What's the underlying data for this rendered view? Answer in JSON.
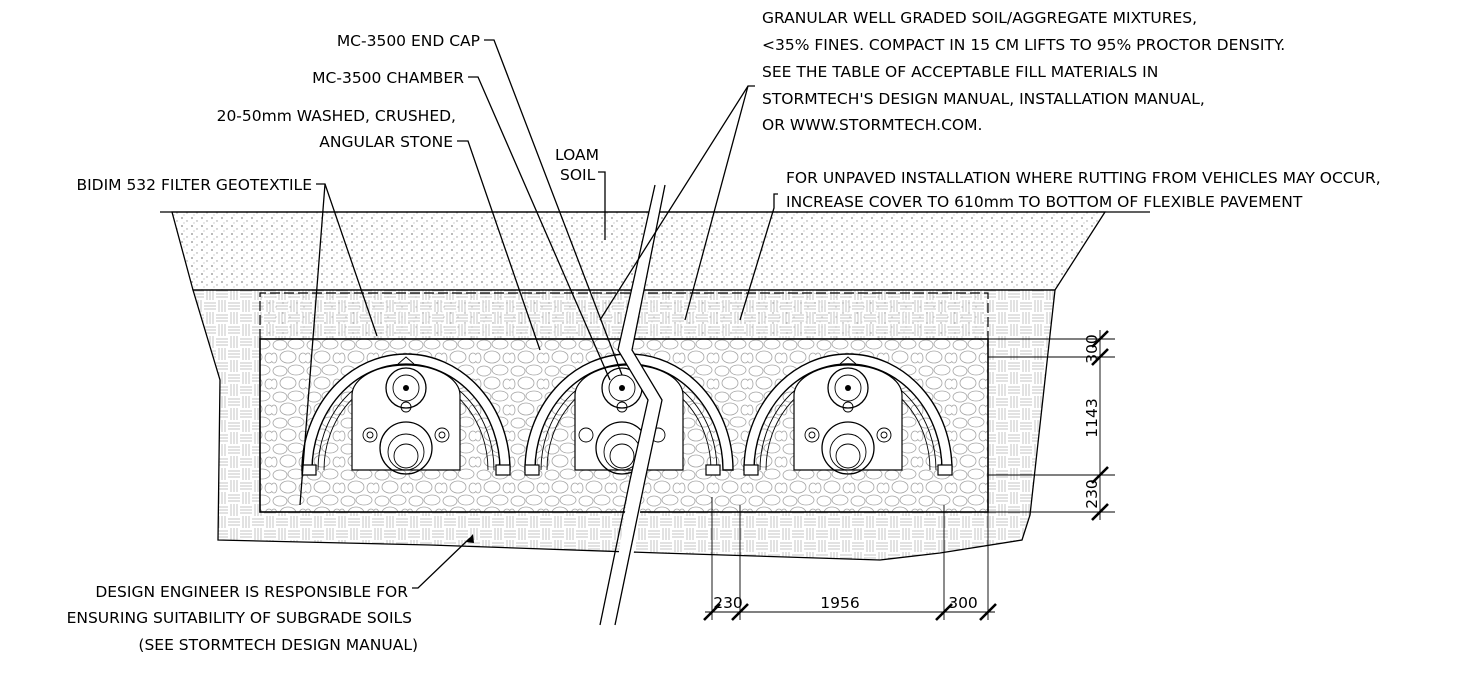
{
  "labels": {
    "end_cap": "MC-3500 END CAP",
    "chamber": "MC-3500 CHAMBER",
    "stone_line1": "20-50mm WASHED, CRUSHED,",
    "stone_line2": "ANGULAR STONE",
    "geotextile": "BIDIM 532 FILTER GEOTEXTILE",
    "loam_line1": "LOAM",
    "loam_line2": "SOIL",
    "fill_line1": "GRANULAR WELL GRADED SOIL/AGGREGATE MIXTURES,",
    "fill_line2": "<35% FINES.  COMPACT IN 15 CM LIFTS TO 95% PROCTOR DENSITY.",
    "fill_line3": "SEE THE TABLE OF ACCEPTABLE FILL MATERIALS IN",
    "fill_line4": "STORMTECH'S DESIGN MANUAL, INSTALLATION MANUAL,",
    "fill_line5": "OR WWW.STORMTECH.COM.",
    "unpaved_line1": "FOR UNPAVED INSTALLATION WHERE RUTTING FROM VEHICLES MAY OCCUR,",
    "unpaved_line2": "INCREASE COVER TO 610mm TO BOTTOM OF FLEXIBLE PAVEMENT",
    "engineer_line1": "DESIGN ENGINEER IS RESPONSIBLE FOR",
    "engineer_line2": "ENSURING SUITABILITY OF SUBGRADE SOILS",
    "engineer_line3": "(SEE STORMTECH DESIGN MANUAL)"
  },
  "dimensions": {
    "cover_top": "300",
    "chamber_height": "1143",
    "stone_base": "230",
    "side_left": "230",
    "chamber_width": "1956",
    "side_right": "300"
  },
  "colors": {
    "line": "#000000",
    "background": "#ffffff",
    "soil_texture": "#8a8a8a",
    "stone_outline": "#9a9a9a",
    "subgrade_pattern": "#b5b5b5"
  }
}
